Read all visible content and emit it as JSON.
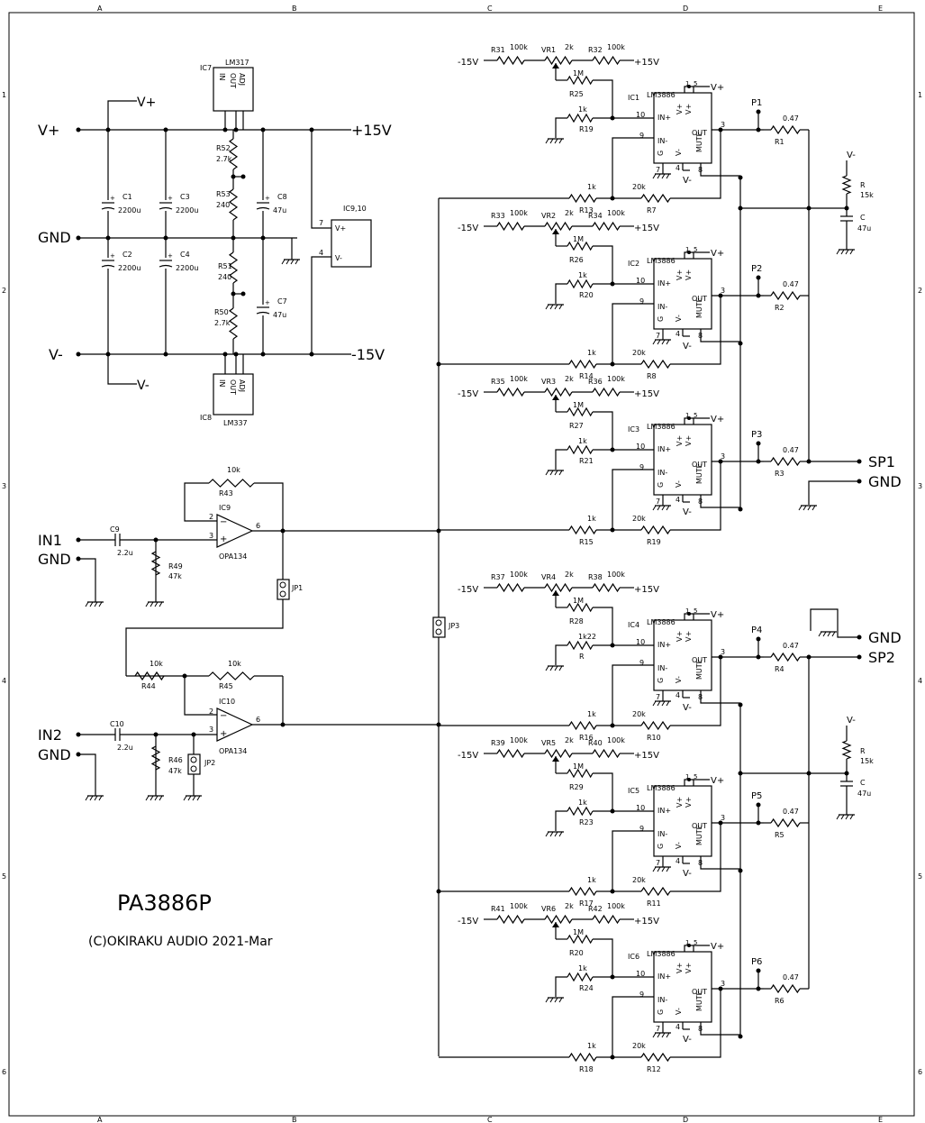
{
  "border_cols": [
    "A",
    "B",
    "C",
    "D",
    "E"
  ],
  "border_rows": [
    "1",
    "2",
    "3",
    "4",
    "5",
    "6"
  ],
  "power": {
    "vplus": "V+",
    "gnd": "GND",
    "vminus": "V-",
    "rail_pos": "+15V",
    "rail_neg": "-15V",
    "ic7": "IC7",
    "ic7_part": "LM317",
    "ic8": "IC8",
    "ic8_part": "LM337",
    "reg_pins": [
      "IN",
      "OUT",
      "ADJ"
    ],
    "ic910": "IC9,10",
    "pin7": "7",
    "pin4": "4",
    "vp": "V+",
    "vm": "V-",
    "caps": [
      {
        "name": "C1",
        "value": "2200u"
      },
      {
        "name": "C3",
        "value": "2200u"
      },
      {
        "name": "C2",
        "value": "2200u"
      },
      {
        "name": "C4",
        "value": "2200u"
      },
      {
        "name": "C8",
        "value": "47u"
      },
      {
        "name": "C7",
        "value": "47u"
      }
    ],
    "res": [
      {
        "name": "R52",
        "value": "2.7k"
      },
      {
        "name": "R53",
        "value": "240"
      },
      {
        "name": "R51",
        "value": "240"
      },
      {
        "name": "R50",
        "value": "2.7k"
      }
    ]
  },
  "inputs": {
    "in1": "IN1",
    "in2": "IN2",
    "gnd": "GND",
    "c9": "C9",
    "c9v": "2.2u",
    "c10": "C10",
    "c10v": "2.2u",
    "r49": "R49",
    "r49v": "47k",
    "r46": "R46",
    "r46v": "47k",
    "r43": "R43",
    "r43v": "10k",
    "r44": "R44",
    "r44v": "10k",
    "r45": "R45",
    "r45v": "10k",
    "ic9": "IC9",
    "ic10": "IC10",
    "opa": "OPA134",
    "jp1": "JP1",
    "jp2": "JP2",
    "jp3": "JP3",
    "pin2": "2",
    "pin3": "3",
    "pin6": "6"
  },
  "amps": [
    {
      "vn": "-15V",
      "vp": "+15V",
      "ra": "R31",
      "rav": "100k",
      "vr": "VR1",
      "vrv": "2k",
      "rb": "R32",
      "rbv": "100k",
      "rm": "R25",
      "rmv": "1M",
      "rg": "R19",
      "rgv": "1k",
      "ic": "IC1",
      "part": "LM3886",
      "rin": "R13",
      "rinv": "1k",
      "rf": "R7",
      "rfv": "20k",
      "p": "P1",
      "ro": "R1",
      "rov": "0.47"
    },
    {
      "vn": "-15V",
      "vp": "+15V",
      "ra": "R33",
      "rav": "100k",
      "vr": "VR2",
      "vrv": "2k",
      "rb": "R34",
      "rbv": "100k",
      "rm": "R26",
      "rmv": "1M",
      "rg": "R20",
      "rgv": "1k",
      "ic": "IC2",
      "part": "LM3886",
      "rin": "R14",
      "rinv": "1k",
      "rf": "R8",
      "rfv": "20k",
      "p": "P2",
      "ro": "R2",
      "rov": "0.47"
    },
    {
      "vn": "-15V",
      "vp": "+15V",
      "ra": "R35",
      "rav": "100k",
      "vr": "VR3",
      "vrv": "2k",
      "rb": "R36",
      "rbv": "100k",
      "rm": "R27",
      "rmv": "1M",
      "rg": "R21",
      "rgv": "1k",
      "ic": "IC3",
      "part": "LM3886",
      "rin": "R15",
      "rinv": "1k",
      "rf": "R19",
      "rfv": "20k",
      "p": "P3",
      "ro": "R3",
      "rov": "0.47"
    },
    {
      "vn": "-15V",
      "vp": "+15V",
      "ra": "R37",
      "rav": "100k",
      "vr": "VR4",
      "vrv": "2k",
      "rb": "R38",
      "rbv": "100k",
      "rm": "R28",
      "rmv": "1M",
      "rg": "R",
      "rgv": "1k22",
      "ic": "IC4",
      "part": "LM3886",
      "rin": "R16",
      "rinv": "1k",
      "rf": "R10",
      "rfv": "20k",
      "p": "P4",
      "ro": "R4",
      "rov": "0.47"
    },
    {
      "vn": "-15V",
      "vp": "+15V",
      "ra": "R39",
      "rav": "100k",
      "vr": "VR5",
      "vrv": "2k",
      "rb": "R40",
      "rbv": "100k",
      "rm": "R29",
      "rmv": "1M",
      "rg": "R23",
      "rgv": "1k",
      "ic": "IC5",
      "part": "LM3886",
      "rin": "R17",
      "rinv": "1k",
      "rf": "R11",
      "rfv": "20k",
      "p": "P5",
      "ro": "R5",
      "rov": "0.47"
    },
    {
      "vn": "-15V",
      "vp": "+15V",
      "ra": "R41",
      "rav": "100k",
      "vr": "VR6",
      "vrv": "2k",
      "rb": "R42",
      "rbv": "100k",
      "rm": "R20",
      "rmv": "1M",
      "rg": "R24",
      "rgv": "1k",
      "ic": "IC6",
      "part": "LM3886",
      "rin": "R18",
      "rinv": "1k",
      "rf": "R12",
      "rfv": "20k",
      "p": "P6",
      "ro": "R6",
      "rov": "0.47"
    }
  ],
  "chip": {
    "in_plus": "IN+",
    "in_minus": "IN-",
    "out": "OUT",
    "mute": "MUTE",
    "g": "G",
    "vminus": "V-",
    "vplus": "V+",
    "pins": {
      "p10": "10",
      "p9": "9",
      "p3": "3",
      "p7": "7",
      "p4": "4",
      "p8": "8",
      "p1": "1",
      "p5": "5"
    },
    "supply_p": "V+",
    "supply_n": "V-"
  },
  "outputs": {
    "sp1": "SP1",
    "sp2": "SP2",
    "gnd1": "GND",
    "gnd2": "GND",
    "zobel": [
      {
        "vm": "V-",
        "r": "R",
        "rv": "15k",
        "c": "C",
        "cv": "47u"
      },
      {
        "vm": "V-",
        "r": "R",
        "rv": "15k",
        "c": "C",
        "cv": "47u"
      }
    ]
  },
  "title": "PA3886P",
  "copyright": "(C)OKIRAKU AUDIO 2021-Mar"
}
